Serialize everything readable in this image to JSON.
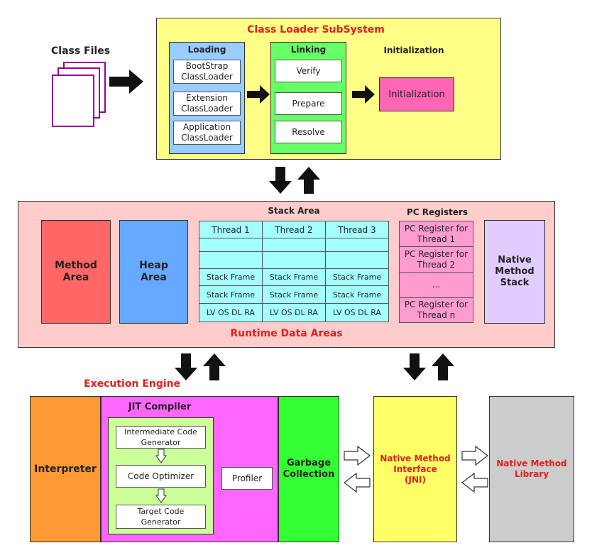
{
  "class_files": {
    "label": "Class Files"
  },
  "class_loader": {
    "title": "Class Loader SubSystem",
    "loading": {
      "title": "Loading",
      "items": [
        "BootStrap\nClassLoader",
        "Extension\nClassLoader",
        "Application\nClassLoader"
      ]
    },
    "linking": {
      "title": "Linking",
      "items": [
        "Verify",
        "Prepare",
        "Resolve"
      ]
    },
    "initialization": {
      "title": "Initialization",
      "box_label": "Initialization"
    }
  },
  "runtime": {
    "title": "Runtime Data Areas",
    "method_area": "Method\nArea",
    "heap_area": "Heap\nArea",
    "stack_area": {
      "title": "Stack Area",
      "threads": [
        "Thread 1",
        "Thread 2",
        "Thread 3"
      ],
      "frame_label": "Stack Frame",
      "lv_label": "LV OS DL RA"
    },
    "pc_registers": {
      "title": "PC Registers",
      "items": [
        "PC Register for\nThread 1",
        "PC Register for\nThread 2",
        "...",
        "PC Register for\nThread n"
      ]
    },
    "native_stack": "Native\nMethod\nStack"
  },
  "execution_engine": {
    "title": "Execution Engine",
    "interpreter": "Interpreter",
    "jit": {
      "title": "JIT Compiler",
      "steps": [
        "Intermediate Code\nGenerator",
        "Code Optimizer",
        "Target Code\nGenerator"
      ],
      "profiler": "Profiler"
    },
    "gc": "Garbage\nCollection"
  },
  "native_interface": "Native Method\nInterface\n(JNI)",
  "native_library": "Native Method\nLibrary",
  "colors": {
    "loader_bg": "#ffff88",
    "loading_bg": "#99ccff",
    "linking_bg": "#66ff66",
    "init_bg": "#ff66b3",
    "runtime_bg": "#ffcccc",
    "method_bg": "#ff6666",
    "heap_bg": "#66aaff",
    "stack_cell": "#a4ffff",
    "pc_cell": "#ff9ccf",
    "native_stack_bg": "#e0ccff",
    "interpreter_bg": "#ff9933",
    "jit_bg": "#ff66ff",
    "jit_inner_bg": "#ccff99",
    "gc_bg": "#33ff33",
    "jni_bg": "#ffff66",
    "lib_bg": "#cccccc",
    "title_red": "#e0211d"
  }
}
